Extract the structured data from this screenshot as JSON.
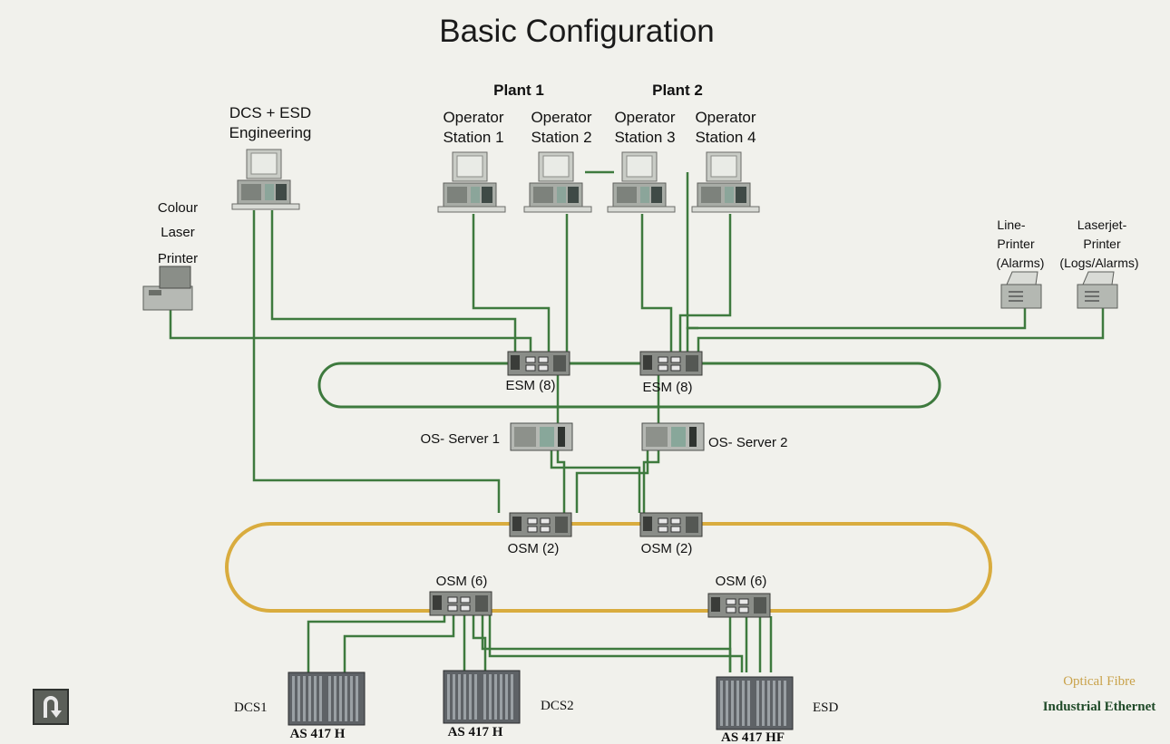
{
  "title": "Basic Configuration",
  "plants": {
    "plant1": "Plant 1",
    "plant2": "Plant 2"
  },
  "engineering": {
    "line1": "DCS + ESD",
    "line2": "Engineering"
  },
  "operators": [
    {
      "line1": "Operator",
      "line2": "Station 1"
    },
    {
      "line1": "Operator",
      "line2": "Station 2"
    },
    {
      "line1": "Operator",
      "line2": "Station 3"
    },
    {
      "line1": "Operator",
      "line2": "Station 4"
    }
  ],
  "colour_printer": [
    "Colour",
    "Laser",
    "Printer"
  ],
  "line_printer": [
    "Line-",
    "Printer",
    "(Alarms)"
  ],
  "laserjet_printer": [
    "Laserjet-",
    "Printer",
    "(Logs/Alarms)"
  ],
  "esm": [
    "ESM (8)",
    "ESM (8)"
  ],
  "servers": [
    "OS- Server 1",
    "OS- Server 2"
  ],
  "osm_upper": [
    "OSM (2)",
    "OSM (2)"
  ],
  "osm_lower": [
    "OSM (6)",
    "OSM (6)"
  ],
  "controllers": [
    {
      "label": "AS 417 H",
      "group": "DCS1"
    },
    {
      "label": "AS 417 H",
      "group": "DCS2"
    },
    {
      "label": "AS 417 HF",
      "group": "ESD"
    }
  ],
  "legend": {
    "optical": "Optical Fibre",
    "industrial": "Industrial Ethernet"
  },
  "colors": {
    "ethernet": "#3e7a3e",
    "fibre": "#d9ac3e",
    "background": "#f1f1ec"
  },
  "icons": {
    "back": "u-turn-arrow-icon"
  }
}
